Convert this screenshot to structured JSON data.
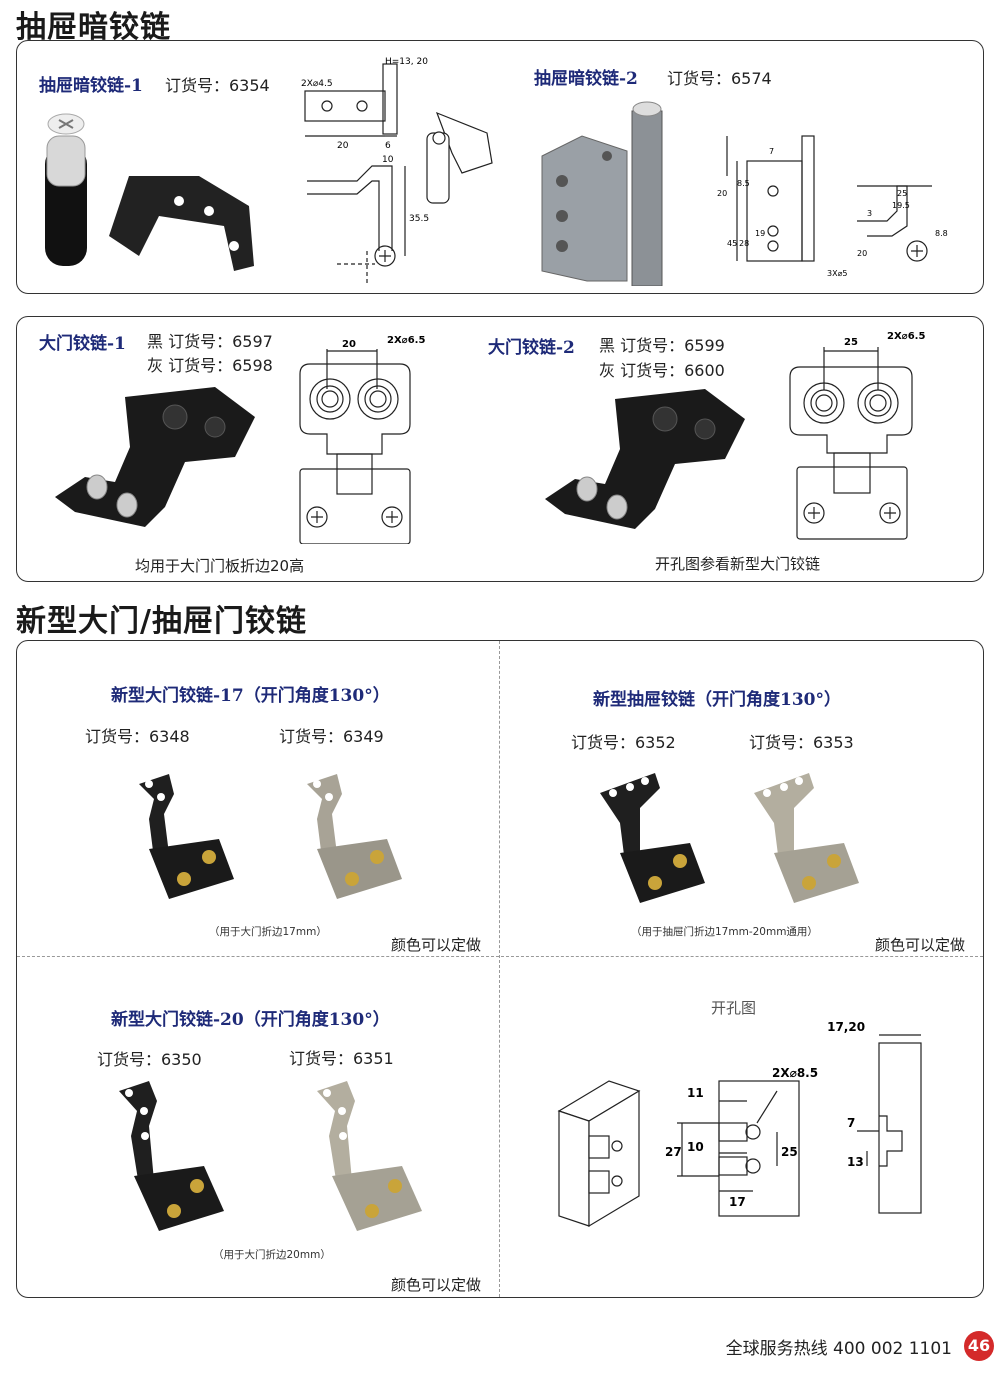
{
  "section1": {
    "title": "抽屉暗铰链",
    "item1": {
      "title": "抽屉暗铰链-1",
      "order": "订货号：6354"
    },
    "item2": {
      "title": "抽屉暗铰链-2",
      "order": "订货号：6574"
    },
    "dims1": {
      "a": "2X⌀4.5",
      "b": "H=13, 20",
      "c": "20",
      "d": "6",
      "e": "10",
      "f": "35.5"
    },
    "dims2": {
      "a": "20",
      "b": "7",
      "c": "8.5",
      "d": "45",
      "e": "28",
      "f": "19",
      "g": "3X⌀5",
      "h": "25",
      "i": "19.5",
      "j": "3",
      "k": "20",
      "l": "8.8"
    }
  },
  "section2": {
    "item1": {
      "title": "大门铰链-1",
      "order_black": "黑 订货号：6597",
      "order_grey": "灰 订货号：6598",
      "dim_a": "20",
      "dim_b": "2X⌀6.5",
      "note": "均用于大门门板折边20高"
    },
    "item2": {
      "title": "大门铰链-2",
      "order_black": "黑 订货号：6599",
      "order_grey": "灰 订货号：6600",
      "dim_a": "25",
      "dim_b": "2X⌀6.5",
      "note": "开孔图参看新型大门铰链"
    }
  },
  "section3": {
    "title": "新型大门/抽屉门铰链",
    "q1": {
      "title": "新型大门铰链-17（开门角度130°）",
      "order_a": "订货号：6348",
      "order_b": "订货号：6349",
      "note": "（用于大门折边17mm）",
      "custom": "颜色可以定做"
    },
    "q2": {
      "title": "新型抽屉铰链（开门角度130°）",
      "order_a": "订货号：6352",
      "order_b": "订货号：6353",
      "note": "（用于抽屉门折边17mm-20mm通用）",
      "custom": "颜色可以定做"
    },
    "q3": {
      "title": "新型大门铰链-20（开门角度130°）",
      "order_a": "订货号：6350",
      "order_b": "订货号：6351",
      "note": "（用于大门折边20mm）",
      "custom": "颜色可以定做"
    },
    "q4": {
      "title": "开孔图",
      "dims": {
        "h": "H=17,20",
        "holes": "2X⌀8.5",
        "d11": "11",
        "d27": "27",
        "d10": "10",
        "d25": "25",
        "d17": "17",
        "d7": "7",
        "d13": "13"
      }
    }
  },
  "footer": {
    "hotline": "全球服务热线  400 002 1101",
    "page": "46"
  },
  "colors": {
    "title_blue": "#1e2a78",
    "page_badge": "#d42a2a"
  }
}
